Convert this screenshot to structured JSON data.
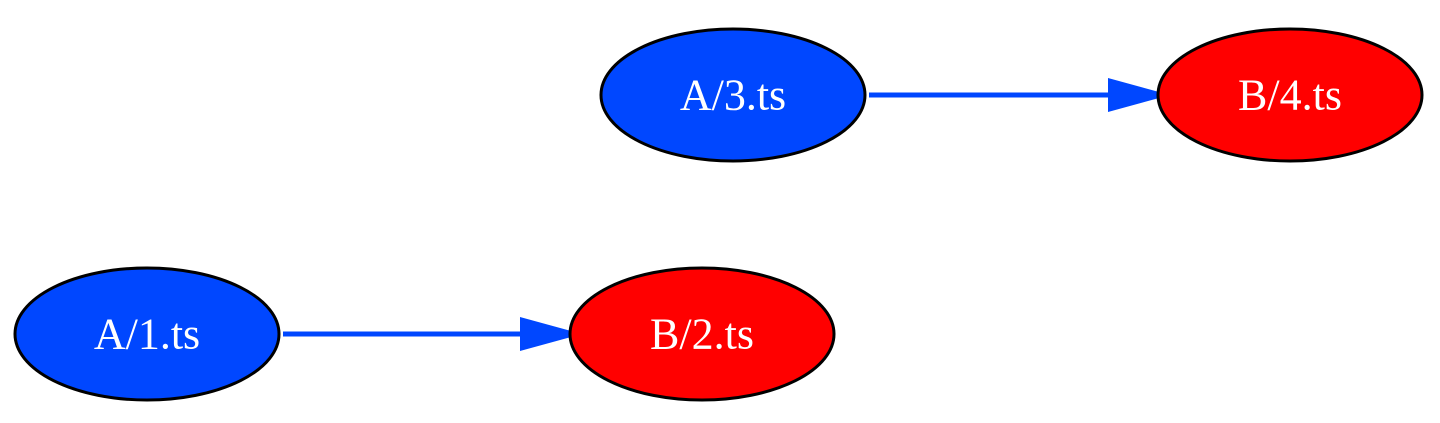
{
  "graph": {
    "nodes": [
      {
        "id": "a3",
        "label": "A/3.ts",
        "group": "A"
      },
      {
        "id": "b4",
        "label": "B/4.ts",
        "group": "B"
      },
      {
        "id": "a1",
        "label": "A/1.ts",
        "group": "A"
      },
      {
        "id": "b2",
        "label": "B/2.ts",
        "group": "B"
      }
    ],
    "edges": [
      {
        "from": "a3",
        "to": "b4"
      },
      {
        "from": "a1",
        "to": "b2"
      }
    ],
    "colors": {
      "A": "#0047ff",
      "B": "#ff0000",
      "edge": "#0047ff",
      "outline": "#000000",
      "label": "#ffffff"
    }
  }
}
